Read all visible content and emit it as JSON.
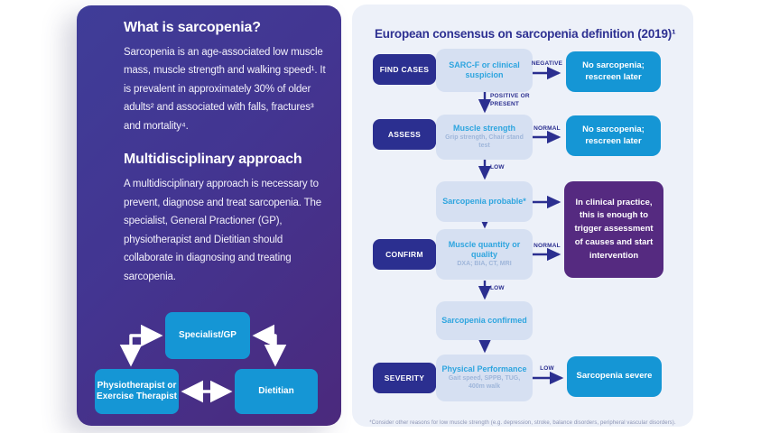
{
  "colors": {
    "navy": "#2b2f90",
    "cyan": "#1596d5",
    "light_step_box": "#d6e0f2",
    "step_text": "#2ea5df",
    "step_subtext": "#9fb6da",
    "purple_outcome_box": "#552a80",
    "left_panel_gradient_start": "#3f3d98",
    "left_panel_gradient_end": "#4b297c",
    "right_panel_bg": "#edf1f9",
    "title_text": "#2e3192"
  },
  "left_panel": {
    "what_heading": "What is sarcopenia?",
    "what_body": "Sarcopenia is an age-associated low muscle mass, muscle strength and walking speed¹. It is prevalent in approximately 30% of older adults² and associated with falls, fractures³ and mortality⁴.",
    "multi_heading": "Multidisciplinary approach",
    "multi_body": "A multidisciplinary approach is necessary to prevent, diagnose and treat sarcopenia. The specialist, General Practioner (GP), physiotherapist and Dietitian should collaborate in diagnosing and treating sarcopenia.",
    "team": {
      "specialist": "Specialist/GP",
      "physio": "Physiotherapist or Exercise Therapist",
      "dietitian": "Dietitian"
    }
  },
  "flowchart": {
    "title": "European consensus on sarcopenia definition (2019)¹",
    "stages": {
      "find": "FIND CASES",
      "assess": "ASSESS",
      "confirm": "CONFIRM",
      "severity": "SEVERITY"
    },
    "steps": {
      "sarcf": {
        "title": "SARC-F or clinical suspicion"
      },
      "strength": {
        "title": "Muscle strength",
        "sub": "Grip strength, Chair stand test"
      },
      "probable": {
        "title": "Sarcopenia probable*"
      },
      "quantity": {
        "title": "Muscle quantity or quality",
        "sub": "DXA; BIA, CT, MRI"
      },
      "confirmed": {
        "title": "Sarcopenia confirmed"
      },
      "performance": {
        "title": "Physical Performance",
        "sub": "Gait speed, SPPB, TUG, 400m walk"
      }
    },
    "outcomes": {
      "rescreen1": "No sarcopenia; rescreen later",
      "rescreen2": "No sarcopenia; rescreen later",
      "clinical": "In clinical practice, this is enough to trigger assessment of causes and start intervention",
      "severe": "Sarcopenia severe"
    },
    "edge_labels": {
      "negative": "NEGATIVE",
      "positive_or_present": "POSITIVE OR PRESENT",
      "normal1": "NORMAL",
      "low1": "LOW",
      "normal2": "NORMAL",
      "low2": "LOW",
      "low3": "LOW"
    },
    "footnote": "*Consider other reasons for low muscle strength (e.g. depression, stroke, balance disorders, peripheral vascular disorders)."
  }
}
